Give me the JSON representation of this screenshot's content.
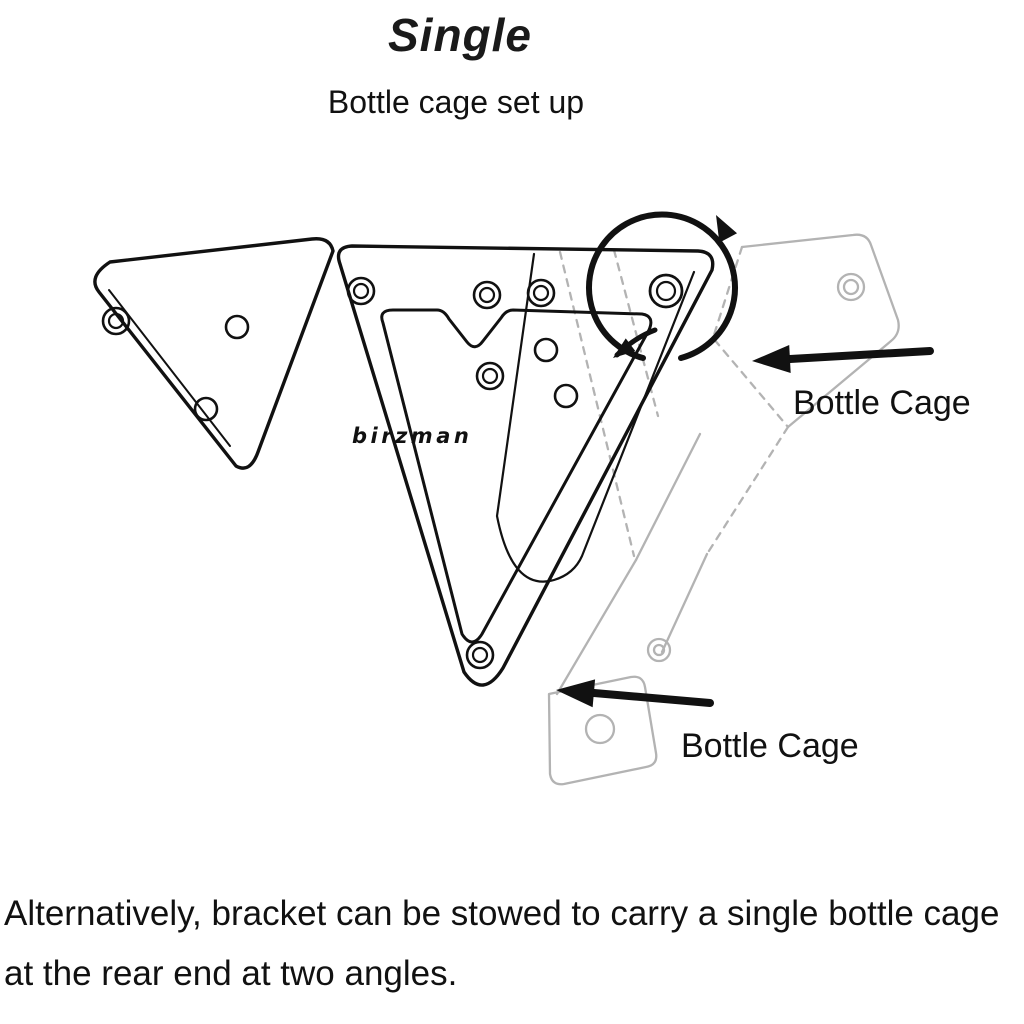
{
  "header": {
    "title": "Single",
    "subtitle": "Bottle cage set up"
  },
  "diagram": {
    "brand": "birzman",
    "labels": {
      "right": "Bottle Cage",
      "bottom": "Bottle Cage"
    }
  },
  "caption": {
    "line1": "Alternatively, bracket can be stowed to carry a single bottle cage",
    "line2": "at the rear end at two angles."
  },
  "colors": {
    "ink": "#111111",
    "ghost": "#b3b3b3",
    "background": "#ffffff"
  }
}
